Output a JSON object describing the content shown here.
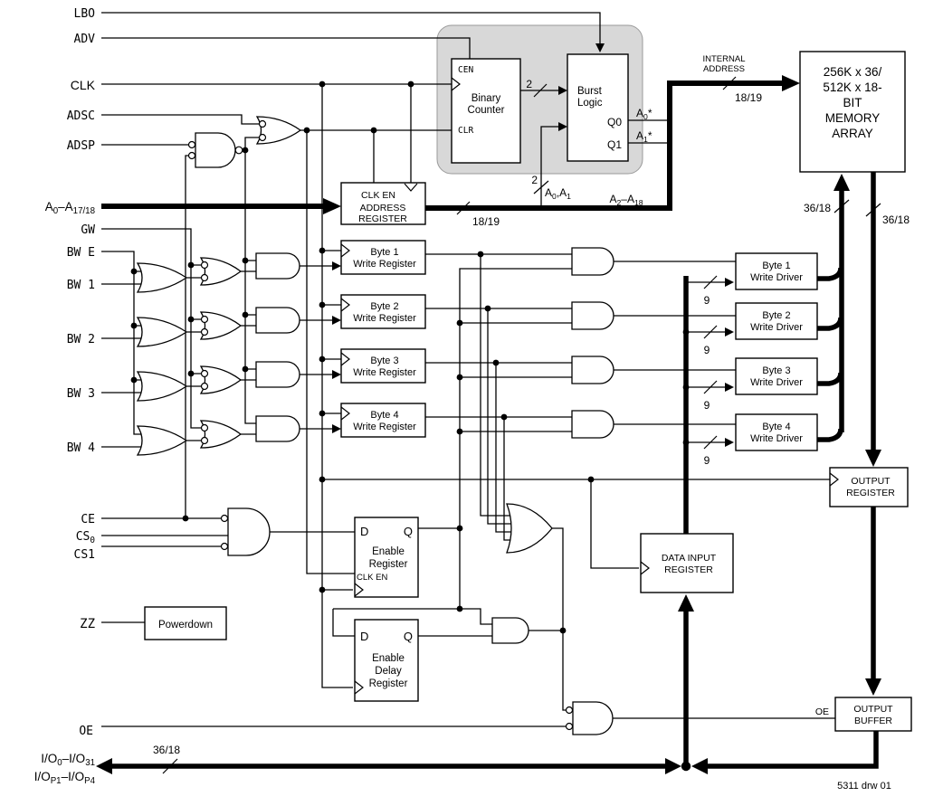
{
  "colors": {
    "shade": "#d8d8d8",
    "line": "#000000",
    "background": "#ffffff"
  },
  "pins": {
    "lbo": "LBO",
    "adv": "ADV",
    "clk": "CLK",
    "adsc": "ADSC",
    "adsp": "ADSP",
    "addr_bus": [
      [
        "A"
      ],
      [
        "0",
        "sub"
      ],
      [
        "–A"
      ],
      [
        "17/18",
        "sub"
      ]
    ],
    "gw": "GW",
    "bwe": "BW E",
    "bw1": "BW 1",
    "bw2": "BW 2",
    "bw3": "BW 3",
    "bw4": "BW 4",
    "ce": "CE",
    "cs0": [
      [
        "CS"
      ],
      [
        "0",
        "sub"
      ]
    ],
    "cs1": "CS1",
    "zz": "ZZ",
    "oe": "OE",
    "io_a": [
      [
        "I/O"
      ],
      [
        "0",
        "sub"
      ],
      [
        "–I/O"
      ],
      [
        "31",
        "sub"
      ]
    ],
    "io_b": [
      [
        "I/O"
      ],
      [
        "P1",
        "sub"
      ],
      [
        "–I/O"
      ],
      [
        "P4",
        "sub"
      ]
    ]
  },
  "burst": {
    "counter_cen": "CEN",
    "counter_clr": "CLR",
    "counter_l1": "Binary",
    "counter_l2": "Counter",
    "logic_l1": "Burst",
    "logic_l2": "Logic",
    "q0": "Q0",
    "q1": "Q1",
    "a0star": [
      [
        "A"
      ],
      [
        "0",
        "sub"
      ],
      [
        "*"
      ]
    ],
    "a1star": [
      [
        "A"
      ],
      [
        "1",
        "sub"
      ],
      [
        "*"
      ]
    ],
    "bus2": "2"
  },
  "address_register": {
    "clk_en": "CLK EN",
    "l1": "ADDRESS",
    "l2": "REGISTER",
    "out_width": "18/19",
    "a0a1_width": "2",
    "a0a1": [
      [
        "A"
      ],
      [
        "0",
        "sub"
      ],
      [
        ",A"
      ],
      [
        "1",
        "sub"
      ]
    ],
    "a2a18": [
      [
        "A"
      ],
      [
        "2",
        "sub"
      ],
      [
        "–A"
      ],
      [
        "18",
        "sub"
      ]
    ]
  },
  "internal_address": {
    "l1": "INTERNAL",
    "l2": "ADDRESS",
    "width": "18/19"
  },
  "memory": {
    "l1": "256K x 36/",
    "l2": "512K x 18-",
    "l3": "BIT",
    "l4": "MEMORY",
    "l5": "ARRAY",
    "write_width": "36/18",
    "read_width": "36/18"
  },
  "bytes": [
    {
      "reg1": "Byte 1",
      "reg2": "Write Register",
      "drv1": "Byte 1",
      "drv2": "Write Driver",
      "width": "9"
    },
    {
      "reg1": "Byte 2",
      "reg2": "Write Register",
      "drv1": "Byte 2",
      "drv2": "Write Driver",
      "width": "9"
    },
    {
      "reg1": "Byte 3",
      "reg2": "Write Register",
      "drv1": "Byte 3",
      "drv2": "Write Driver",
      "width": "9"
    },
    {
      "reg1": "Byte 4",
      "reg2": "Write Register",
      "drv1": "Byte 4",
      "drv2": "Write Driver",
      "width": "9"
    }
  ],
  "output_register": {
    "l1": "OUTPUT",
    "l2": "REGISTER"
  },
  "data_input_register": {
    "l1": "DATA INPUT",
    "l2": "REGISTER"
  },
  "enable_register": {
    "d": "D",
    "q": "Q",
    "l1": "Enable",
    "l2": "Register",
    "clk_en": "CLK EN"
  },
  "enable_delay_register": {
    "d": "D",
    "q": "Q",
    "l1": "Enable",
    "l2": "Delay",
    "l3": "Register"
  },
  "powerdown": "Powerdown",
  "output_buffer": {
    "oe": "OE",
    "l1": "OUTPUT",
    "l2": "BUFFER"
  },
  "io_bus_width": "36/18",
  "footer": "5311 drw 01"
}
